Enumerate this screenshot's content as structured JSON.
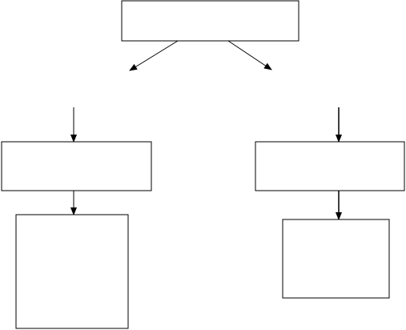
{
  "diagram": {
    "type": "flowchart",
    "colors": {
      "stroke": "#000000",
      "background": "#ffffff",
      "box_fill": "#ffffff"
    },
    "nodes": [
      {
        "id": "top",
        "label": ""
      },
      {
        "id": "left-mid",
        "label": ""
      },
      {
        "id": "right-mid",
        "label": ""
      },
      {
        "id": "left-bottom",
        "label": ""
      },
      {
        "id": "right-bottom",
        "label": ""
      }
    ],
    "edges": [
      {
        "from": "top",
        "to": "left-branch"
      },
      {
        "from": "top",
        "to": "right-branch"
      },
      {
        "from": "left-branch",
        "to": "left-mid"
      },
      {
        "from": "right-branch",
        "to": "right-mid"
      },
      {
        "from": "left-mid",
        "to": "left-bottom"
      },
      {
        "from": "right-mid",
        "to": "right-bottom"
      }
    ]
  }
}
